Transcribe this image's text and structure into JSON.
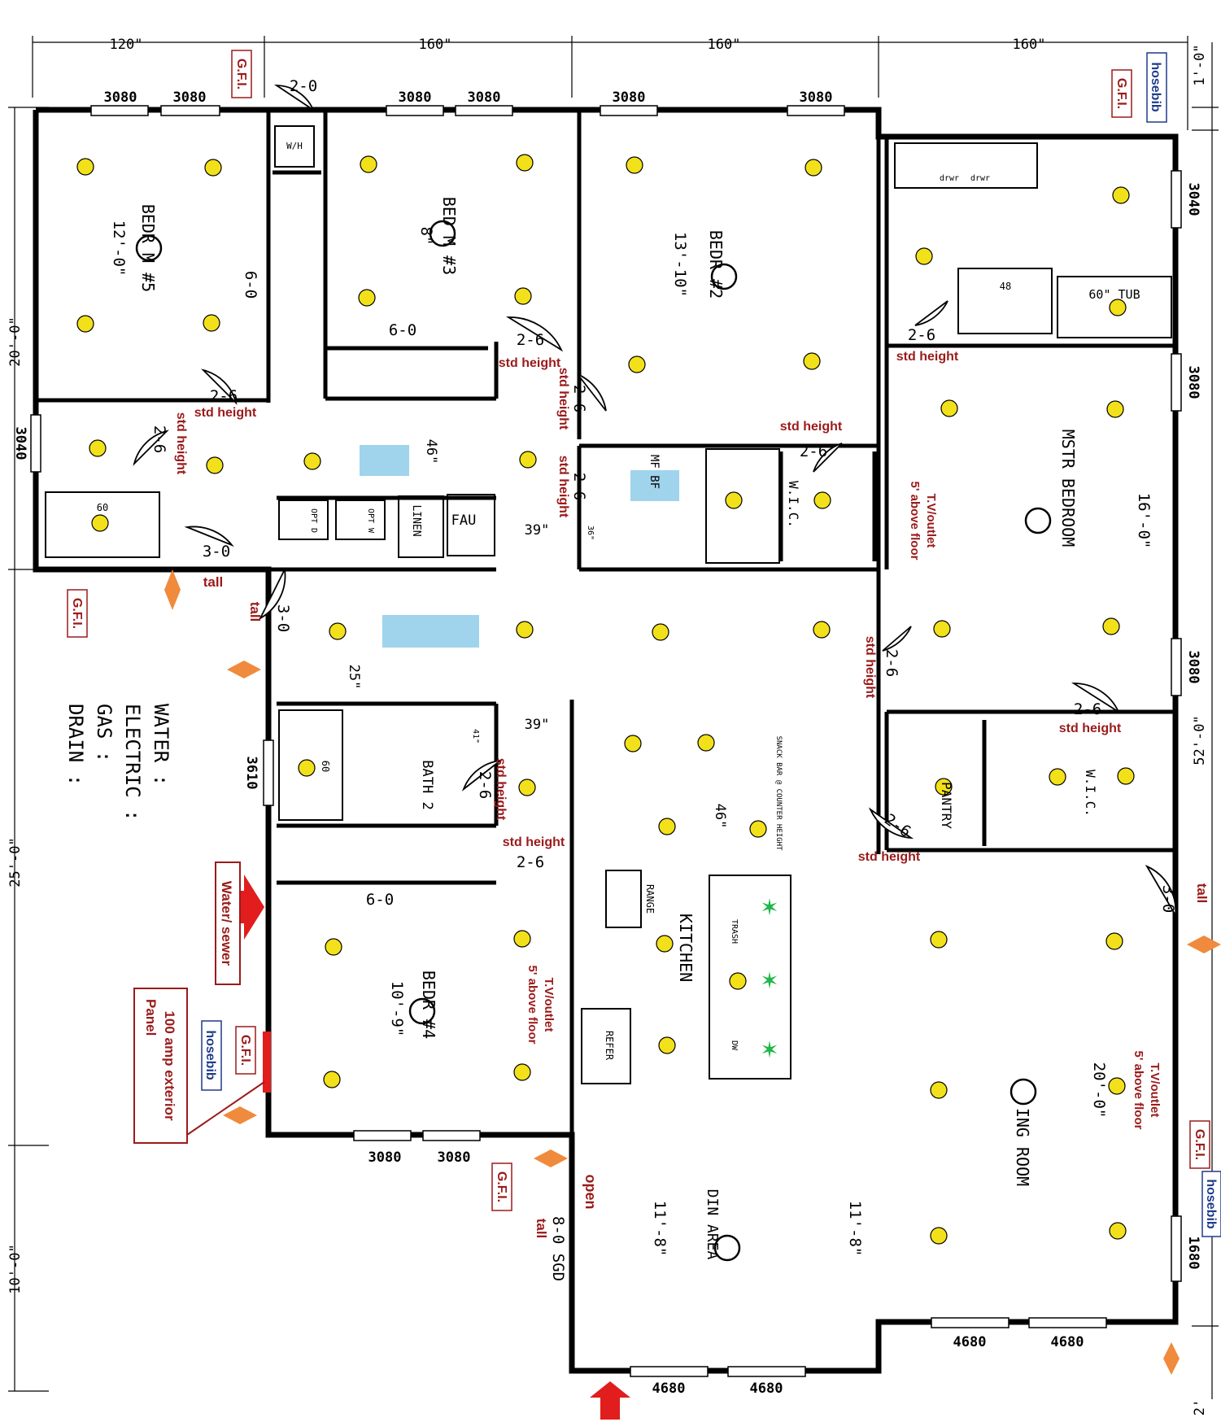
{
  "dimensions": {
    "top": [
      "120\"",
      "160\"",
      "160\"",
      "160\""
    ],
    "left": [
      "20'-0\"",
      "25'-0\"",
      "10'-0\""
    ],
    "right": [
      "1'-0\"",
      "52'-0\"",
      "2'"
    ]
  },
  "rooms": {
    "bed5": {
      "name": "BEDR M #5",
      "dim": "12'-0\""
    },
    "bed3": {
      "name": "BED M #3",
      "dim": "8\""
    },
    "bed2": {
      "name": "BEDR #2",
      "dim": "13'-10\""
    },
    "master": {
      "name": "MSTR BEDROOM",
      "dim": "16'-0\""
    },
    "bath2": {
      "name": "BATH 2"
    },
    "bed4": {
      "name": "BEDR #4",
      "dim": "10'-9\""
    },
    "kitchen": {
      "name": "KITCHEN"
    },
    "dining": {
      "name": "DIN AREA",
      "dim": "11'-8\""
    },
    "living": {
      "name": "ING ROOM",
      "dim": "20'-0\""
    },
    "pantry": {
      "name": "PANTRY"
    },
    "wic_master": {
      "name": "W.I.C."
    },
    "wic2": {
      "name": "W.I.C."
    },
    "master_bath": {
      "name": "MF BF"
    }
  },
  "fixtures": {
    "wh": "W/H",
    "linen": "LINEN",
    "fau": "FAU",
    "opt_d": "OPT D",
    "opt_w": "OPT W",
    "range": "RANGE",
    "refer": "REFER",
    "trash": "TRASH",
    "dw": "DW",
    "tub": "60\" TUB",
    "drwr": "drwr",
    "snack": "SNACK BAR @ COUNTER HEIGHT",
    "shower60": "60",
    "shower48": "48",
    "shower60b": "60"
  },
  "windows": {
    "w3080": "3080",
    "w3040": "3040",
    "w3610": "3610",
    "w4680": "4680",
    "w1680": "1680"
  },
  "doors": {
    "d26": "2-6",
    "d30": "3-0",
    "d20": "2-0",
    "d60": "6-0",
    "d80": "8-0 SGD"
  },
  "misc_dims": {
    "c46": "46\"",
    "c39": "39\"",
    "c25": "25\"",
    "c36": "36\"",
    "c41": "41\""
  },
  "annotations": {
    "std_height": "std height",
    "tall": "tall",
    "open": "open",
    "gfi": "G.F.I.",
    "hosebib": "hosebib",
    "tv1": "T.V/outlet",
    "tv2": "5' above floor",
    "water_sewer": "Water/ sewer",
    "panel1": "100 amp exterior",
    "panel2": "Panel"
  },
  "legend": [
    "WATER :",
    "ELECTRIC :",
    "GAS :",
    "DRAIN :"
  ],
  "colors": {
    "wall": "#000000",
    "light": "#f2e11a",
    "red_note": "#9b1b1b",
    "blue_note": "#1f3c8c",
    "hvac": "#9fd4ec",
    "diamond": "#f08a3c",
    "star": "#1fb64a",
    "arrow": "#e11d1d"
  }
}
